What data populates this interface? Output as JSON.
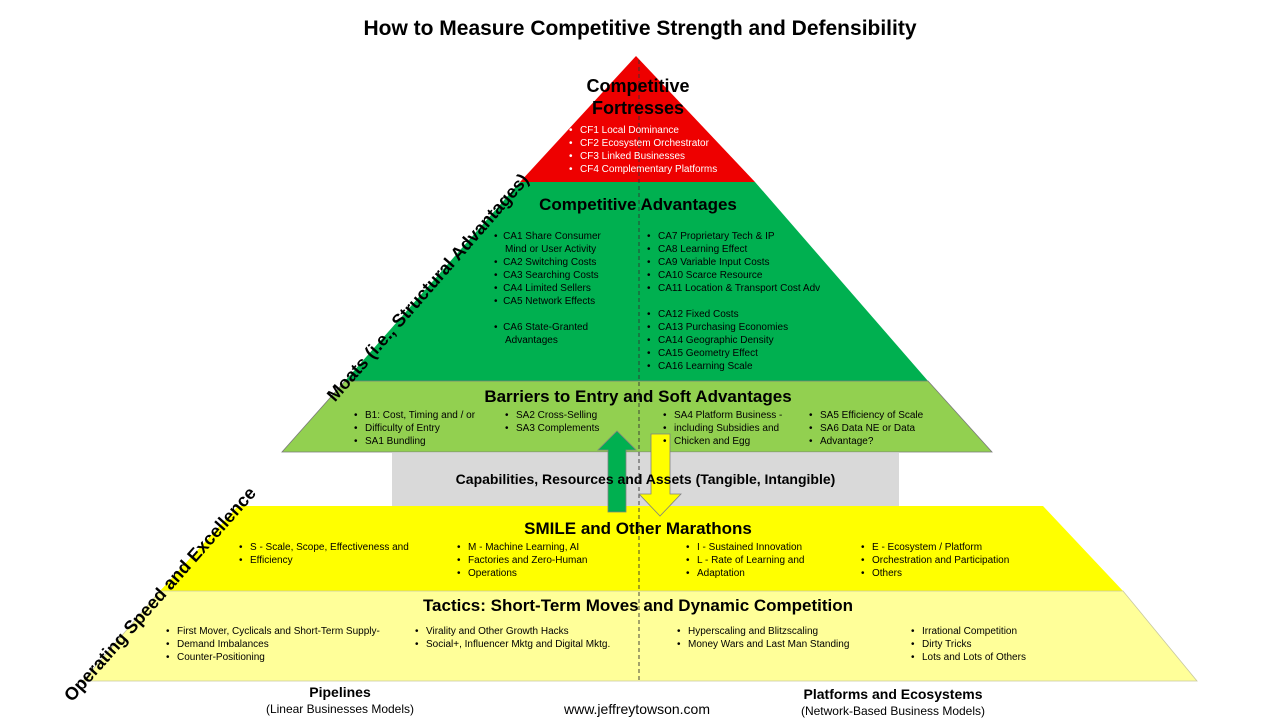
{
  "title": "How to Measure Competitive Strength and Defensibility",
  "colors": {
    "fortress": "#ee0000",
    "advantages": "#00b050",
    "barriers": "#92d050",
    "capabilities": "#d9d9d9",
    "smile": "#ffff00",
    "tactics": "#ffff99",
    "arrow_up": "#00b050",
    "arrow_down": "#ffff00"
  },
  "fortresses": {
    "title_line1": "Competitive",
    "title_line2": "Fortresses",
    "items": [
      "CF1 Local Dominance",
      "CF2 Ecosystem Orchestrator",
      "CF3 Linked Businesses",
      "CF4 Complementary Platforms"
    ]
  },
  "advantages": {
    "title": "Competitive Advantages",
    "left": [
      "CA1 Share Consumer",
      "Mind or User Activity",
      "CA2 Switching Costs",
      "CA3 Searching Costs",
      "CA4 Limited Sellers",
      "CA5 Network Effects",
      "CA6 State-Granted",
      "Advantages"
    ],
    "right": [
      "CA7 Proprietary Tech & IP",
      "CA8 Learning Effect",
      "CA9 Variable Input Costs",
      "CA10 Scarce Resource",
      "CA11 Location & Transport Cost Adv",
      "CA12 Fixed Costs",
      "CA13 Purchasing Economies",
      "CA14 Geographic Density",
      "CA15 Geometry Effect",
      "CA16 Learning Scale"
    ]
  },
  "barriers": {
    "title": "Barriers to Entry and Soft Advantages",
    "col1": [
      "B1: Cost, Timing  and / or",
      "Difficulty of Entry",
      "SA1 Bundling"
    ],
    "col2": [
      "SA2 Cross-Selling",
      "SA3 Complements"
    ],
    "col3": [
      "SA4 Platform Business -",
      "including Subsidies and",
      "Chicken and Egg"
    ],
    "col4": [
      "SA5 Efficiency of Scale",
      "SA6 Data NE  or Data",
      "Advantage?"
    ]
  },
  "capabilities": {
    "label": "Capabilities, Resources and Assets (Tangible, Intangible)"
  },
  "smile": {
    "title": "SMILE and Other Marathons",
    "col1": [
      "S - Scale, Scope, Effectiveness and",
      "Efficiency"
    ],
    "col2": [
      "M - Machine Learning, AI",
      "Factories and Zero-Human",
      "Operations"
    ],
    "col3": [
      "I - Sustained Innovation",
      "L - Rate of Learning and",
      "Adaptation"
    ],
    "col4": [
      "E - Ecosystem / Platform",
      "Orchestration and Participation",
      "Others"
    ]
  },
  "tactics": {
    "title": "Tactics: Short-Term Moves and Dynamic Competition",
    "col1": [
      "First Mover, Cyclicals and Short-Term Supply-",
      "Demand Imbalances",
      "Counter-Positioning"
    ],
    "col2": [
      "Virality and Other Growth Hacks",
      "Social+, Influencer Mktg  and Digital Mktg."
    ],
    "col3": [
      "Hyperscaling and Blitzscaling",
      "Money Wars and Last Man Standing"
    ],
    "col4": [
      "Irrational Competition",
      "Dirty Tricks",
      "Lots and Lots of Others"
    ]
  },
  "side_labels": {
    "moats": "Moats (i.e., Structural Advantages)",
    "operating": "Operating Speed and Excellence"
  },
  "footer": {
    "left_title": "Pipelines",
    "left_sub": "(Linear Businesses Models)",
    "center": "www.jeffreytowson.com",
    "right_title": "Platforms and Ecosystems",
    "right_sub": "(Network-Based  Business Models)"
  }
}
